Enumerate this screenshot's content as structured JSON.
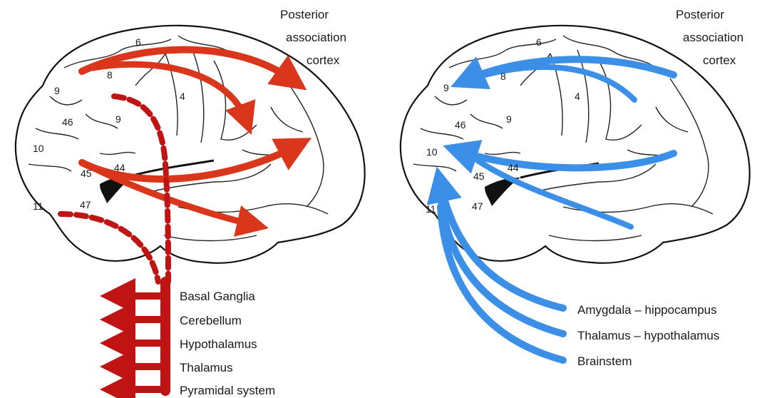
{
  "colors": {
    "efferent_red": "#d9361b",
    "efferent_dark_red": "#c01414",
    "afferent_blue": "#3b8fe6",
    "outline": "#111111"
  },
  "left_panel": {
    "target_label": [
      "Posterior",
      "association",
      "cortex"
    ],
    "area_numbers": [
      "6",
      "8",
      "9",
      "4",
      "46",
      "9",
      "10",
      "45",
      "44",
      "11",
      "47"
    ],
    "output_targets": [
      "Basal Ganglia",
      "Cerebellum",
      "Hypothalamus",
      "Thalamus",
      "Pyramidal system"
    ]
  },
  "right_panel": {
    "source_label": [
      "Posterior",
      "association",
      "cortex"
    ],
    "area_numbers": [
      "6",
      "8",
      "9",
      "4",
      "46",
      "9",
      "10",
      "45",
      "44",
      "11",
      "47"
    ],
    "input_sources": [
      "Amygdala – hippocampus",
      "Thalamus – hypothalamus",
      "Brainstem"
    ]
  }
}
